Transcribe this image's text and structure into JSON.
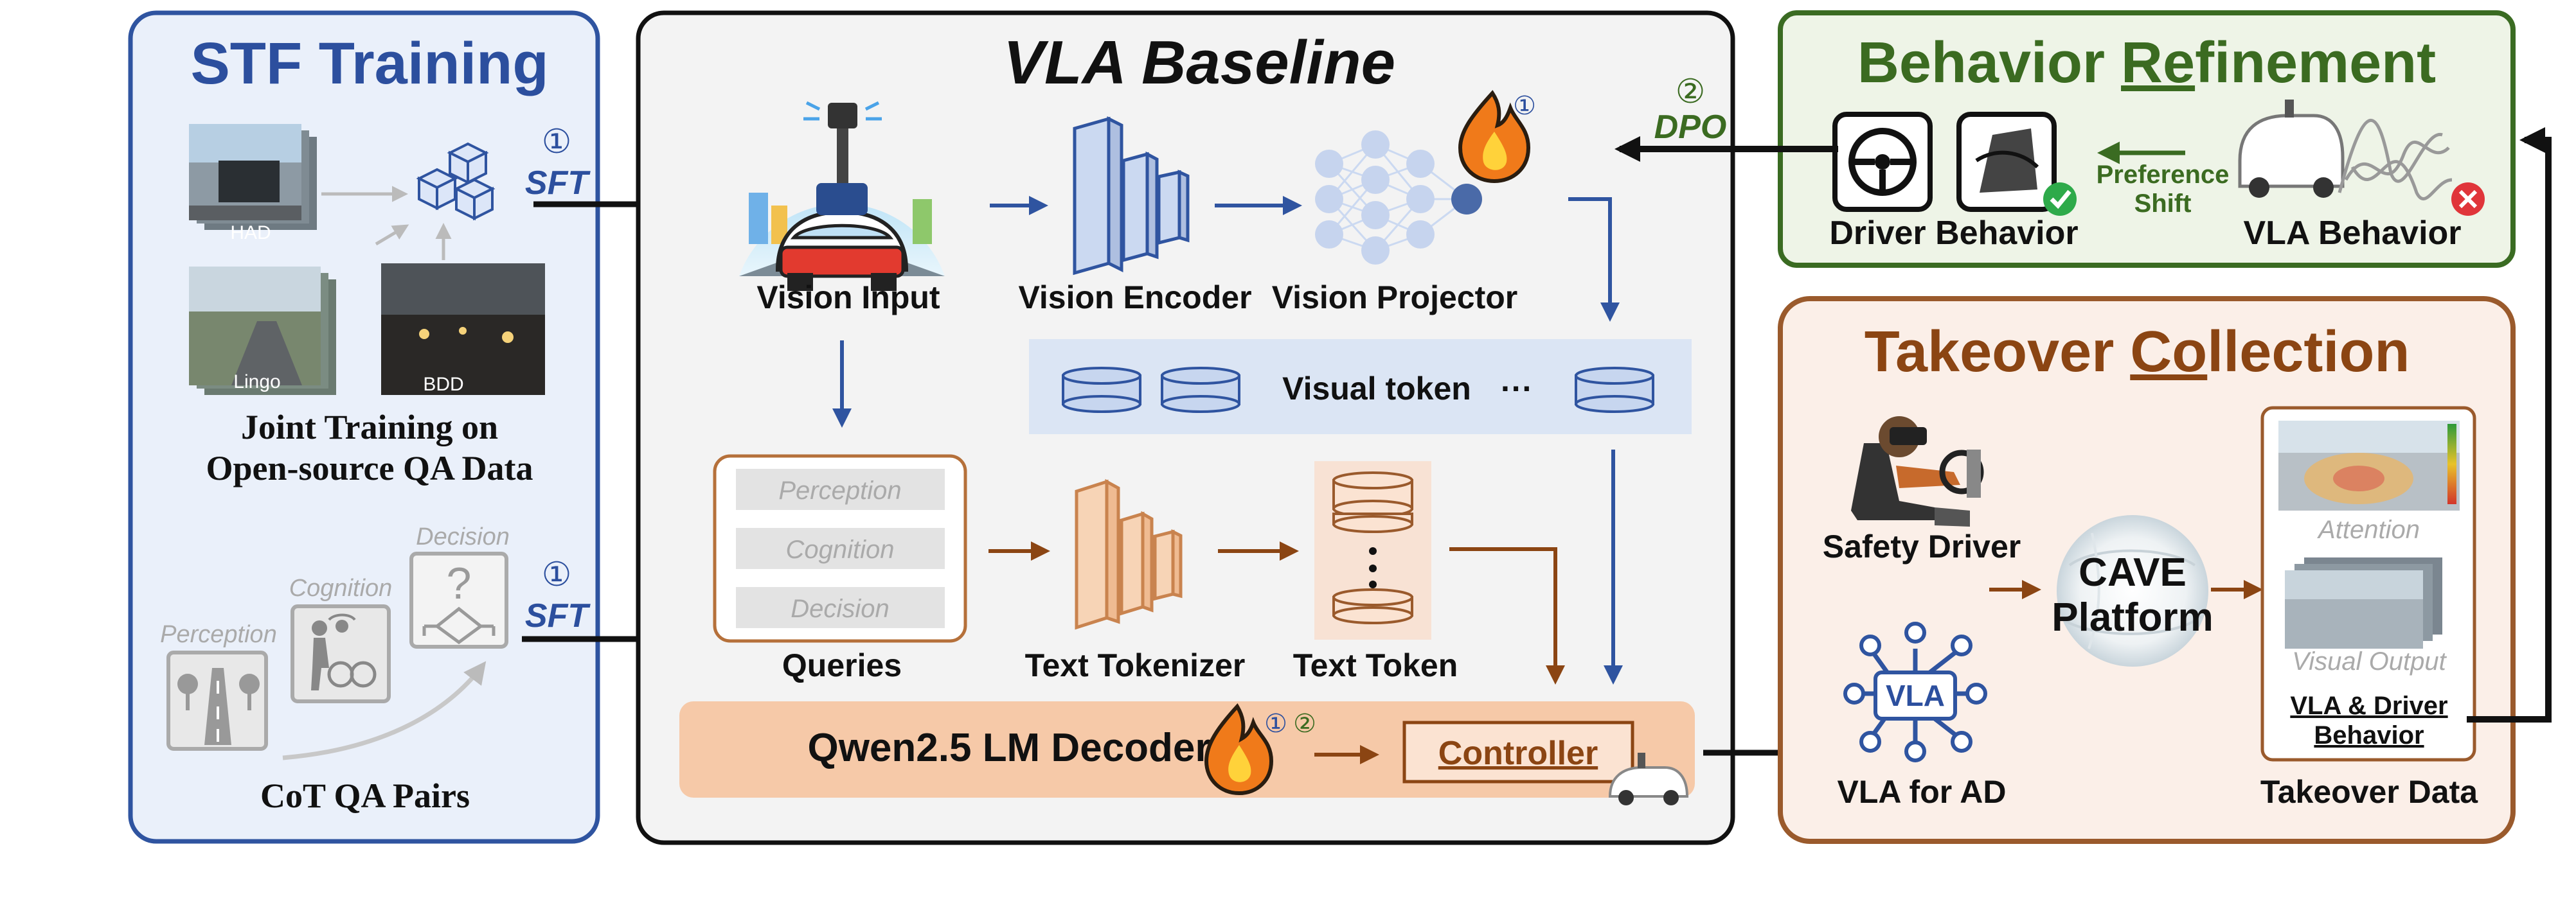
{
  "stf": {
    "title": "STF Training",
    "img_labels": {
      "had": "HAD",
      "lingo": "Lingo",
      "bdd": "BDD"
    },
    "joint_line1": "Joint Training on",
    "joint_line2": "Open-source QA Data",
    "cot_labels": {
      "perception": "Perception",
      "cognition": "Cognition",
      "decision": "Decision"
    },
    "cot_title": "CoT QA Pairs",
    "sft_num": "①",
    "sft_label": "SFT"
  },
  "vla": {
    "title": "VLA Baseline",
    "vision_input": "Vision Input",
    "vision_encoder": "Vision Encoder",
    "vision_projector": "Vision Projector",
    "visual_token": "Visual token",
    "ellipsis": "···",
    "queries_items": [
      "Perception",
      "Cognition",
      "Decision"
    ],
    "queries": "Queries",
    "text_tokenizer": "Text Tokenizer",
    "text_token": "Text Token",
    "decoder": "Qwen2.5 LM Decoder",
    "controller": "Controller",
    "badge1": "①",
    "badge2": "②"
  },
  "behavior": {
    "title_pre": "Behavior ",
    "title_u": "Re",
    "title_post": "finement",
    "driver": "Driver Behavior",
    "vla": "VLA Behavior",
    "pref_line1": "Preference",
    "pref_line2": "Shift",
    "dpo_num": "②",
    "dpo_label": "DPO"
  },
  "takeover": {
    "title_pre": "Takeover ",
    "title_u": "Co",
    "title_post": "llection",
    "safety_driver": "Safety Driver",
    "cave_line1": "CAVE",
    "cave_line2": "Platform",
    "vla_badge": "VLA",
    "vla_for_ad": "VLA for AD",
    "attention": "Attention",
    "visual_output": "Visual Output",
    "vla_driver_line1": "VLA & Driver",
    "vla_driver_line2": "Behavior",
    "takeover_data": "Takeover Data"
  },
  "colors": {
    "stf_border": "#2f54a0",
    "stf_bg": "#eaf0fa",
    "behavior_border": "#3a6b22",
    "behavior_bg": "#eef4e7",
    "takeover_border": "#9a5a2c",
    "takeover_bg": "#fbefe8",
    "blue_text": "#2c4f9e",
    "green_text": "#3b6b21",
    "brown_text": "#8b4513"
  }
}
